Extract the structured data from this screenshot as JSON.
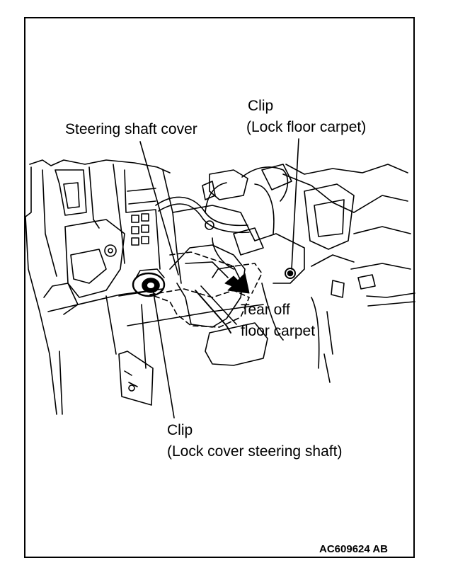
{
  "labels": {
    "steering_shaft_cover": "Steering shaft cover",
    "clip_top_line1": "Clip",
    "clip_top_line2": "(Lock floor carpet)",
    "tear_off_line1": "Tear off",
    "tear_off_line2": "floor carpet",
    "clip_bottom_line1": "Clip",
    "clip_bottom_line2": "(Lock cover steering shaft)"
  },
  "figure_code": "AC609624 AB"
}
